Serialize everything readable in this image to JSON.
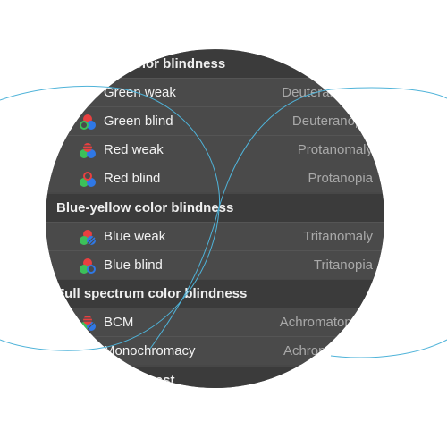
{
  "sections": [
    {
      "title": "Red-green color blindness"
    },
    {
      "title": "Blue-yellow color blindness"
    },
    {
      "title": "Full spectrum color blindness"
    },
    {
      "title": "Utilities & contrast"
    }
  ],
  "rows": [
    {
      "name": "Green weak",
      "type": "Deuteranomaly",
      "icon": "green-weak-icon"
    },
    {
      "name": "Green blind",
      "type": "Deuteranopia",
      "icon": "green-blind-icon"
    },
    {
      "name": "Red weak",
      "type": "Protanomaly",
      "icon": "red-weak-icon"
    },
    {
      "name": "Red blind",
      "type": "Protanopia",
      "icon": "red-blind-icon"
    },
    {
      "name": "Blue weak",
      "type": "Tritanomaly",
      "icon": "blue-weak-icon"
    },
    {
      "name": "Blue blind",
      "type": "Tritanopia",
      "icon": "blue-blind-icon"
    },
    {
      "name": "BCM",
      "type": "Achromatomaly",
      "icon": "bcm-icon"
    },
    {
      "name": "Monochromacy",
      "type": "Achromatopsia",
      "icon": "monochromacy-icon"
    }
  ],
  "colors": {
    "red": "#e84040",
    "green": "#3cc05a",
    "blue": "#2f78e6",
    "accent_curve": "#4fb3d9"
  }
}
